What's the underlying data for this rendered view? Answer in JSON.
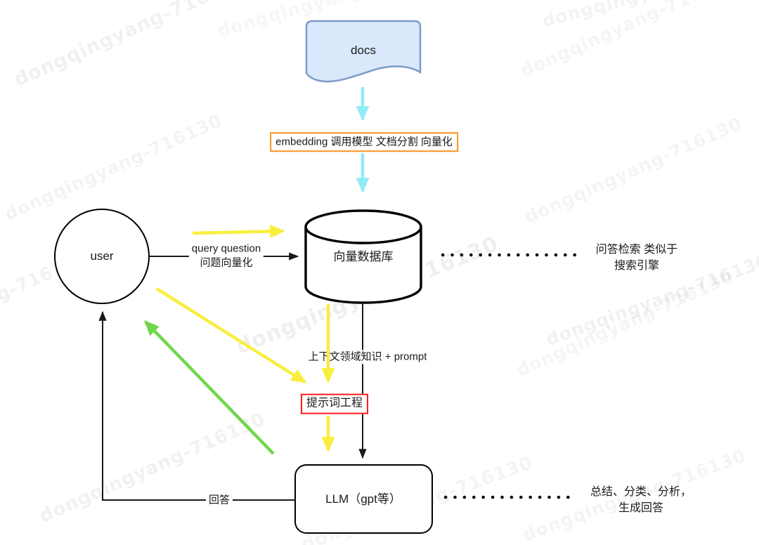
{
  "watermark": {
    "text": "dongqingyang-716130"
  },
  "nodes": {
    "docs": {
      "label": "docs"
    },
    "embedding_step": {
      "label": "embedding 调用模型  文档分割 向量化"
    },
    "vector_db": {
      "label": "向量数据库"
    },
    "user": {
      "label": "user"
    },
    "prompt_engineering": {
      "label": "提示词工程"
    },
    "llm": {
      "label": "LLM（gpt等）"
    }
  },
  "edges": {
    "query": {
      "line1": "query question",
      "line2": "问题向量化"
    },
    "context_prompt": {
      "label": "上下文领域知识 + prompt"
    },
    "answer": {
      "label": "回答"
    }
  },
  "annotations": {
    "retrieval": {
      "line1": "问答检索 类似于",
      "line2": "搜索引擎"
    },
    "generation": {
      "line1": "总结、分类、分析，",
      "line2": "生成回答"
    }
  },
  "colors": {
    "cyan_arrow": "#93EBF5",
    "yellow_arrow": "#F9EE3D",
    "green_arrow": "#6FD74B",
    "orange_border": "#F7941D",
    "red_border": "#FF1A1A",
    "docs_fill": "#DAE8FC",
    "docs_border": "#7D9AC7"
  }
}
